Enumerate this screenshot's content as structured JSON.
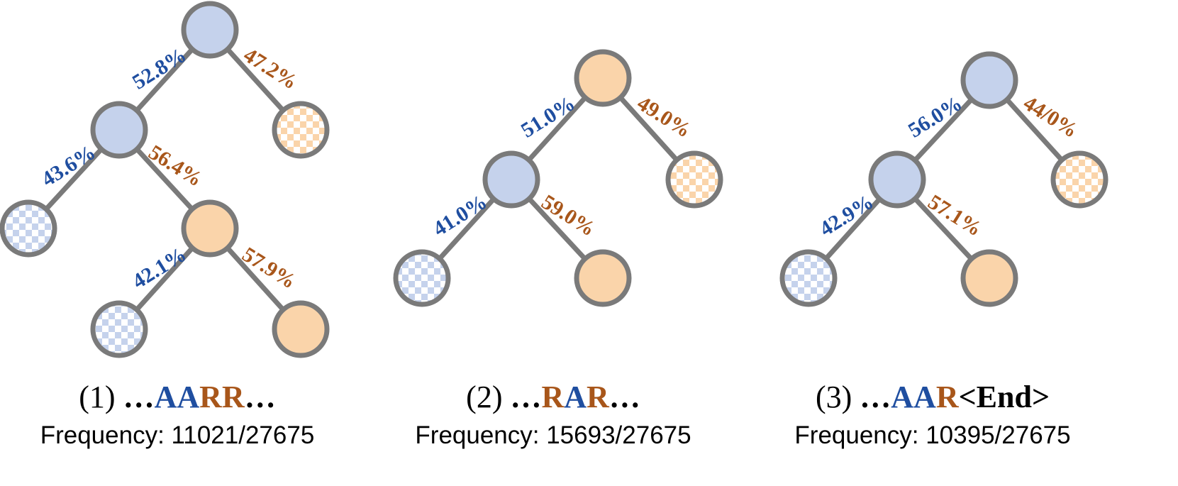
{
  "colors": {
    "A": "#1f4ea0",
    "R": "#a8561a",
    "node_A_fill": "#c5d2ec",
    "node_R_fill": "#fad4aa",
    "stroke": "#7a7a7a"
  },
  "panels": [
    {
      "label": "(1)",
      "sequence": [
        {
          "text": "…",
          "kind": "plain"
        },
        {
          "text": "A",
          "kind": "A"
        },
        {
          "text": "A",
          "kind": "A"
        },
        {
          "text": "R",
          "kind": "R"
        },
        {
          "text": "R",
          "kind": "R"
        },
        {
          "text": "…",
          "kind": "plain"
        }
      ],
      "frequency": "Frequency: 11021/27675",
      "edge_labels": [
        "52.8%",
        "47.2%",
        "43.6%",
        "56.4%",
        "42.1%",
        "57.9%"
      ]
    },
    {
      "label": "(2)",
      "sequence": [
        {
          "text": "…",
          "kind": "plain"
        },
        {
          "text": "R",
          "kind": "R"
        },
        {
          "text": "A",
          "kind": "A"
        },
        {
          "text": "R",
          "kind": "R"
        },
        {
          "text": "…",
          "kind": "plain"
        }
      ],
      "frequency": "Frequency: 15693/27675",
      "edge_labels": [
        "51.0%",
        "49.0%",
        "41.0%",
        "59.0%"
      ]
    },
    {
      "label": "(3)",
      "sequence": [
        {
          "text": "…",
          "kind": "plain"
        },
        {
          "text": "A",
          "kind": "A"
        },
        {
          "text": "A",
          "kind": "A"
        },
        {
          "text": "R",
          "kind": "R"
        },
        {
          "text": "<End>",
          "kind": "plain"
        }
      ],
      "frequency": "Frequency: 10395/27675",
      "edge_labels": [
        "56.0%",
        "44/0%",
        "42.9%",
        "57.1%"
      ]
    }
  ]
}
